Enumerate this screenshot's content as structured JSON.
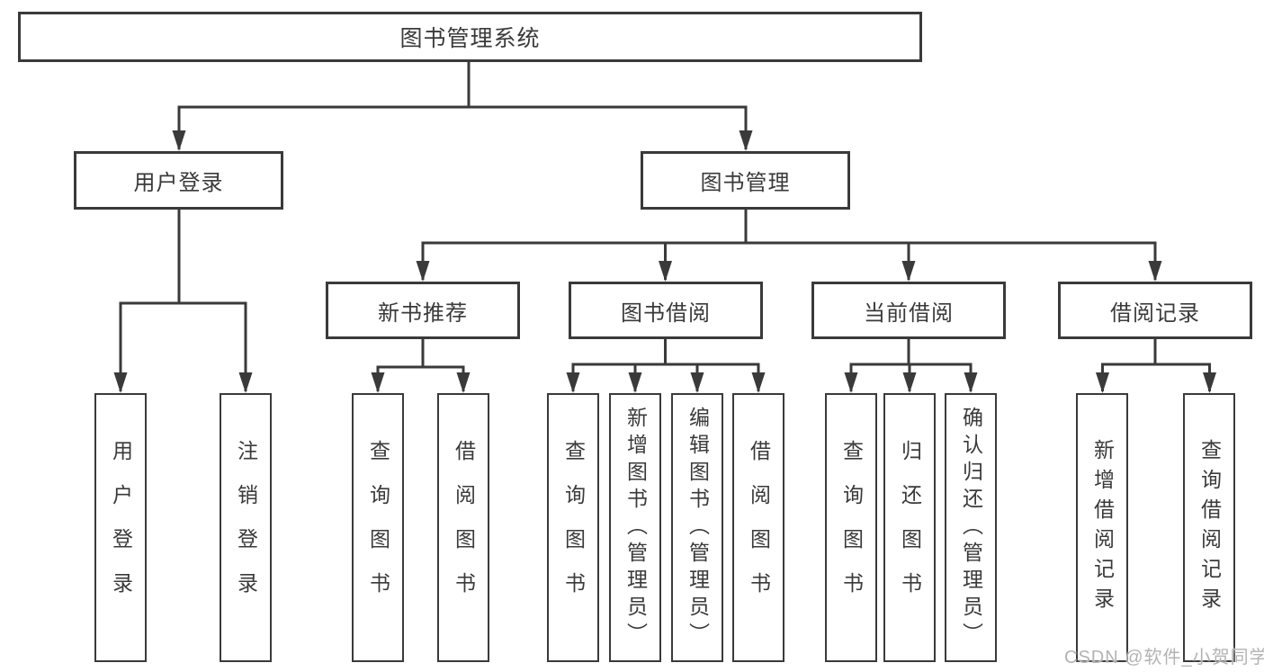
{
  "diagram": {
    "type": "org-tree",
    "colors": {
      "line": "#3a3a3a",
      "text": "#3a3a3a",
      "background": "#ffffff",
      "watermark": "#b3b3b3"
    },
    "root": {
      "label": "图书管理系统",
      "children": [
        {
          "label": "用户登录",
          "children": [
            {
              "label": "用户登录"
            },
            {
              "label": "注销登录"
            }
          ]
        },
        {
          "label": "图书管理",
          "children": [
            {
              "label": "新书推荐",
              "children": [
                {
                  "label": "查询图书"
                },
                {
                  "label": "借阅图书"
                }
              ]
            },
            {
              "label": "图书借阅",
              "children": [
                {
                  "label": "查询图书"
                },
                {
                  "label": "新增图书（管理员）"
                },
                {
                  "label": "编辑图书（管理员）"
                },
                {
                  "label": "借阅图书"
                }
              ]
            },
            {
              "label": "当前借阅",
              "children": [
                {
                  "label": "查询图书"
                },
                {
                  "label": "归还图书"
                },
                {
                  "label": "确认归还（管理员）"
                }
              ]
            },
            {
              "label": "借阅记录",
              "children": [
                {
                  "label": "新增借阅记录"
                },
                {
                  "label": "查询借阅记录"
                }
              ]
            }
          ]
        }
      ]
    },
    "watermark": {
      "text": "CSDN @软件_小贺同学"
    }
  }
}
